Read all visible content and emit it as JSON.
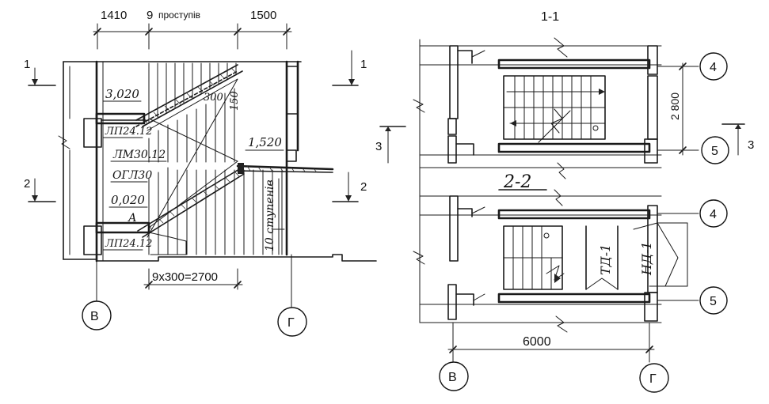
{
  "plan": {
    "dims": {
      "left_width": "1410",
      "steps_count": "9",
      "steps_word": "проступів",
      "right_width": "1500",
      "flight_length": "9x300=2700",
      "step_height": "150",
      "step_depth": "300"
    },
    "elevations": {
      "top": "3,020",
      "middle": "1,520",
      "bottom": "0,020"
    },
    "elements": {
      "slab_top": "ЛП24.12",
      "flight": "ЛМ30.12",
      "beam": "ОГЛ30",
      "slab_bottom": "ЛП24.12",
      "node": "А"
    },
    "vertical_note": "10 ступенів",
    "section_marks": {
      "s1": "1",
      "s2": "2"
    },
    "axes": {
      "left": "В",
      "right": "Г"
    }
  },
  "sections": {
    "top_title": "1-1",
    "bottom_title": "2-2",
    "height_dim": "2 800",
    "width_dim": "6000",
    "section_mark": "3",
    "axis_rows": {
      "r1": "4",
      "r2": "5",
      "r3": "4",
      "r4": "5"
    },
    "axis_cols": {
      "left": "В",
      "right": "Г"
    },
    "labels": {
      "td": "ТД-1",
      "nd": "НД-1"
    }
  }
}
